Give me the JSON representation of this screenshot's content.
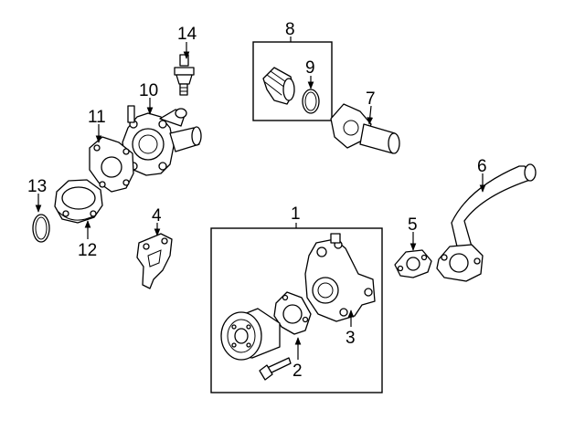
{
  "diagram": {
    "callouts": {
      "c1": "1",
      "c2": "2",
      "c3": "3",
      "c4": "4",
      "c5": "5",
      "c6": "6",
      "c7": "7",
      "c8": "8",
      "c9": "9",
      "c10": "10",
      "c11": "11",
      "c12": "12",
      "c13": "13",
      "c14": "14"
    },
    "colors": {
      "line": "#000000",
      "background": "#ffffff"
    }
  }
}
